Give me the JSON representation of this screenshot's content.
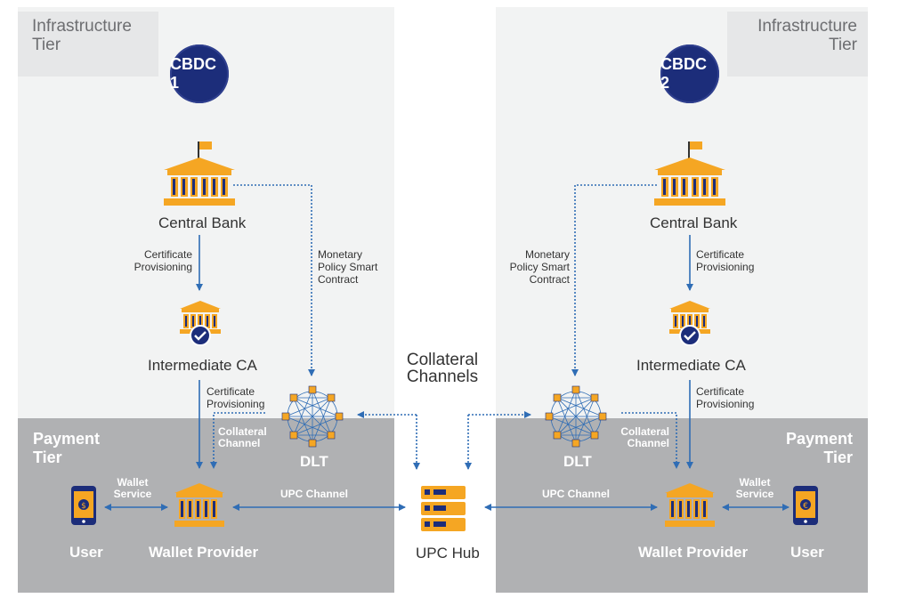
{
  "left": {
    "tier_label": "Infrastructure Tier",
    "payment_tier_label": "Payment Tier",
    "cbdc": "CBDC 1",
    "central_bank": "Central Bank",
    "cert_provisioning_1": "Certificate Provisioning",
    "intermediate_ca": "Intermediate CA",
    "cert_provisioning_2": "Certificate Provisioning",
    "monetary_policy": "Monetary Policy Smart Contract",
    "collateral_channel": "Collateral Channel",
    "dlt": "DLT",
    "wallet_service": "Wallet Service",
    "user": "User",
    "wallet_provider": "Wallet Provider",
    "upc_channel": "UPC Channel"
  },
  "right": {
    "tier_label": "Infrastructure Tier",
    "payment_tier_label": "Payment Tier",
    "cbdc": "CBDC 2",
    "central_bank": "Central Bank",
    "cert_provisioning_1": "Certificate Provisioning",
    "intermediate_ca": "Intermediate CA",
    "cert_provisioning_2": "Certificate Provisioning",
    "monetary_policy": "Monetary Policy Smart Contract",
    "collateral_channel": "Collateral Channel",
    "dlt": "DLT",
    "wallet_service": "Wallet Service",
    "user": "User",
    "wallet_provider": "Wallet Provider",
    "upc_channel": "UPC Channel"
  },
  "center": {
    "collateral_channels": "Collateral Channels",
    "upc_hub": "UPC Hub"
  },
  "icons": {
    "cbdc": "coin-badge-icon",
    "bank": "bank-building-icon",
    "ca": "certified-bank-icon",
    "dlt": "network-mesh-icon",
    "hub": "server-stack-icon",
    "user": "mobile-wallet-icon"
  },
  "colors": {
    "arrow": "#2f6db5",
    "icon_gold": "#f5a623",
    "icon_dark": "#1c2d7a",
    "panel_light": "#f2f3f3",
    "panel_dark": "#b0b1b3"
  }
}
